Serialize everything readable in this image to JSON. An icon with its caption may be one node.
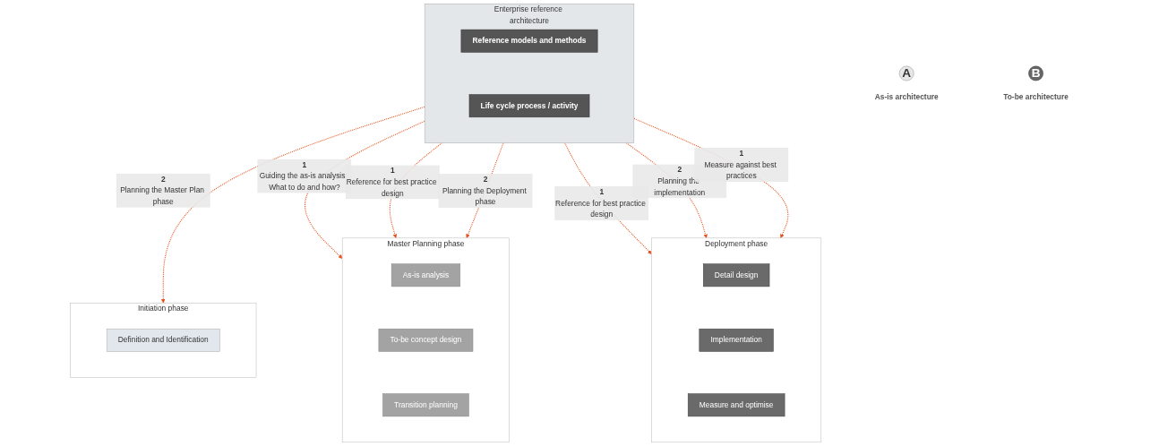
{
  "diagram": {
    "nodes": [
      {
        "text": [
          "Enterprise reference architecture"
        ]
      },
      {
        "text": [
          "Reference models and methods"
        ],
        "in": 0
      },
      {
        "text": [
          "Life cycle process / activity"
        ],
        "in": 0
      },
      {
        "text": [
          "Initiation phase"
        ]
      },
      {
        "text": [
          "Definition and Identification"
        ],
        "in": 3
      },
      {
        "text": [
          "Master Planning phase"
        ]
      },
      {
        "text": [
          "As-is analysis"
        ],
        "in": 5
      },
      {
        "text": [
          "To-be concept design"
        ],
        "in": 5
      },
      {
        "text": [
          "Transition planning"
        ],
        "in": 5
      },
      {
        "text": [
          "Deployment phase"
        ]
      },
      {
        "text": [
          "Detail design"
        ],
        "in": 9
      },
      {
        "text": [
          "Implementation"
        ],
        "in": 9
      },
      {
        "text": [
          "Measure and optimise"
        ],
        "in": 9
      },
      {
        "text": [
          "A"
        ],
        "beside": [
          "As-is architecture"
        ]
      },
      {
        "text": [
          "B"
        ],
        "beside": [
          "To-be architecture"
        ]
      }
    ],
    "edges": [
      {
        "from": 0,
        "to": 3,
        "arrow": "to",
        "label": "Planning the Master Plan phase",
        "style": "dashed",
        "color": "#e8501a"
      },
      {
        "from": 0,
        "to": 5,
        "arrow": "to",
        "label": "Guiding the as-is analysis: What to do and how?",
        "style": "dashed",
        "color": "#e8501a"
      },
      {
        "from": 0,
        "to": 5,
        "arrow": "to",
        "label": "Reference for best practice design",
        "style": "dashed",
        "color": "#e8501a"
      },
      {
        "from": 0,
        "to": 5,
        "arrow": "to",
        "label": "Planning the Deployment phase",
        "style": "dashed",
        "color": "#e8501a"
      },
      {
        "from": 0,
        "to": 9,
        "arrow": "to",
        "label": "Reference for best practice design",
        "style": "dashed",
        "color": "#e8501a"
      },
      {
        "from": 0,
        "to": 9,
        "arrow": "to",
        "label": "Planning the implementation",
        "style": "dashed",
        "color": "#e8501a"
      },
      {
        "from": 0,
        "to": 9,
        "arrow": "to",
        "label": "Measure against best practices",
        "style": "dashed",
        "color": "#e8501a"
      }
    ],
    "labels": [
      "2",
      "1",
      "1",
      "2",
      "1",
      "2",
      "1"
    ]
  }
}
